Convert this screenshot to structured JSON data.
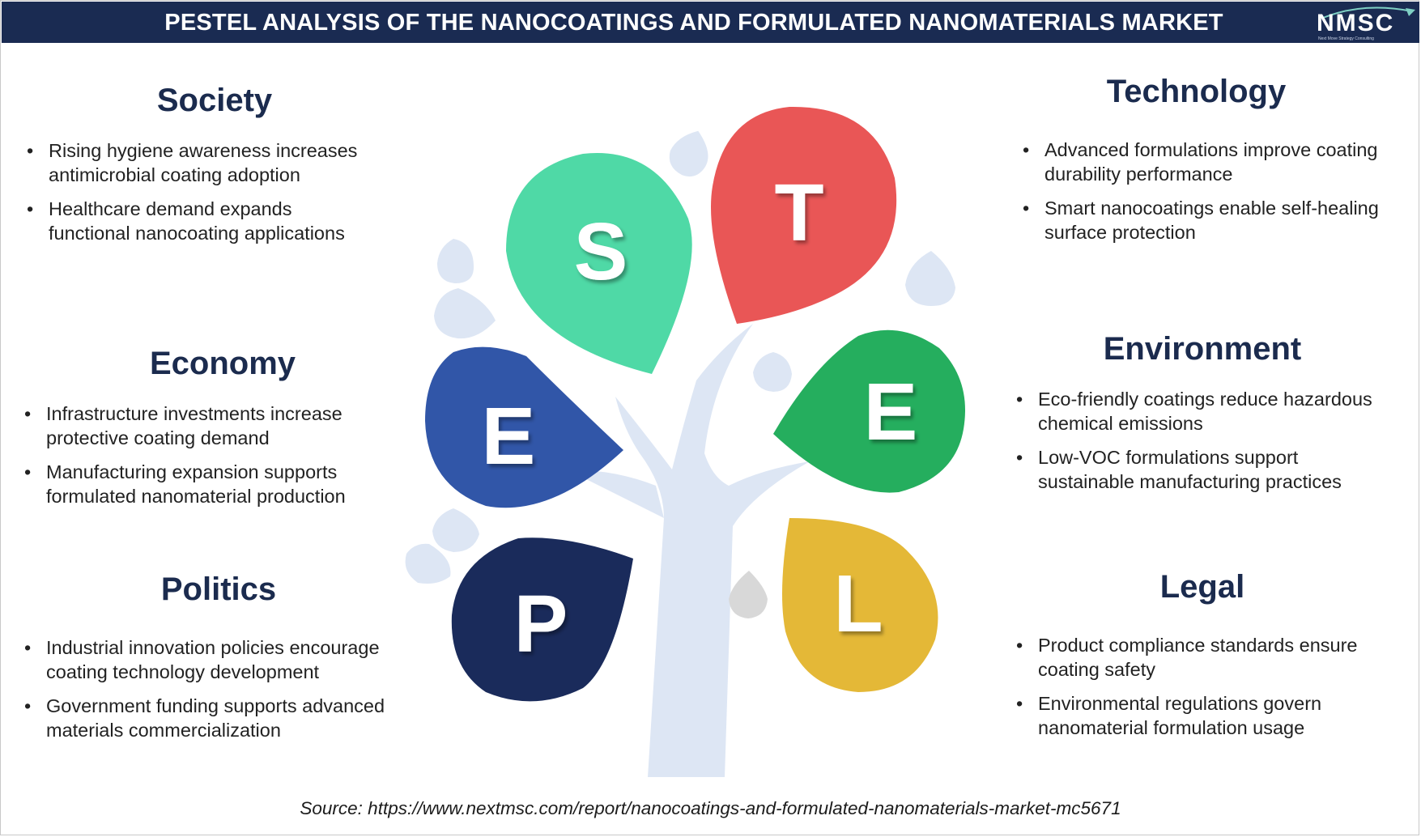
{
  "header": {
    "title": "PESTEL ANALYSIS OF THE NANOCOATINGS AND FORMULATED NANOMATERIALS MARKET",
    "logo_text": "NMSC",
    "logo_tagline": "Next Move Strategy Consulting"
  },
  "colors": {
    "header_bg": "#1a2b52",
    "heading": "#1b2b4e",
    "society": "#4fd9a6",
    "technology": "#e95656",
    "economy": "#3156a8",
    "environment": "#25ae5e",
    "politics": "#1a2b5b",
    "legal": "#e4b837",
    "tree": "#dde6f4"
  },
  "petals": {
    "society_letter": "S",
    "technology_letter": "T",
    "economy_letter": "E",
    "environment_letter": "E",
    "politics_letter": "P",
    "legal_letter": "L"
  },
  "sections": {
    "society": {
      "title": "Society",
      "items": [
        [
          "Rising hygiene awareness increases",
          "antimicrobial coating adoption"
        ],
        [
          "Healthcare demand expands",
          "functional nanocoating applications"
        ]
      ]
    },
    "economy": {
      "title": "Economy",
      "items": [
        [
          "Infrastructure investments increase",
          "protective coating demand"
        ],
        [
          "Manufacturing expansion supports",
          "formulated nanomaterial production"
        ]
      ]
    },
    "politics": {
      "title": "Politics",
      "items": [
        [
          "Industrial innovation policies encourage",
          "coating technology development"
        ],
        [
          "Government funding supports advanced",
          "materials commercialization"
        ]
      ]
    },
    "technology": {
      "title": "Technology",
      "items": [
        [
          "Advanced formulations improve coating",
          "durability performance"
        ],
        [
          "Smart nanocoatings enable self-healing",
          "surface protection"
        ]
      ]
    },
    "environment": {
      "title": "Environment",
      "items": [
        [
          "Eco-friendly coatings reduce hazardous",
          "chemical emissions"
        ],
        [
          "Low-VOC formulations support",
          "sustainable manufacturing practices"
        ]
      ]
    },
    "legal": {
      "title": "Legal",
      "items": [
        [
          "Product compliance standards ensure",
          "coating safety"
        ],
        [
          "Environmental regulations govern",
          "nanomaterial formulation usage"
        ]
      ]
    }
  },
  "source": "Source: https://www.nextmsc.com/report/nanocoatings-and-formulated-nanomaterials-market-mc5671"
}
